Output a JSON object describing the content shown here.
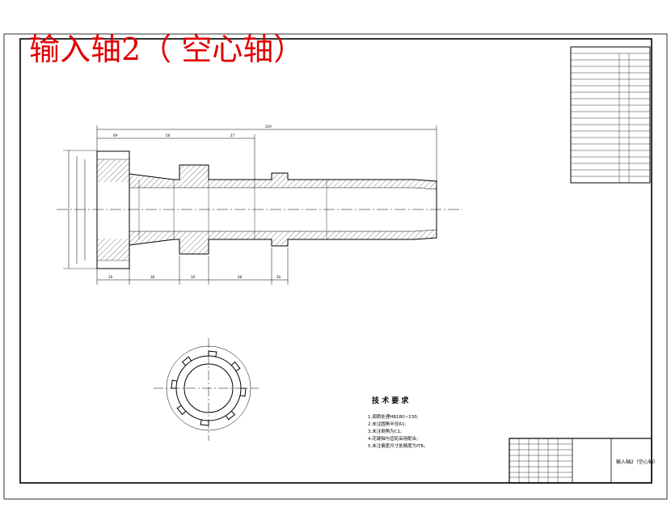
{
  "title": "输入轴2（ 空心轴）",
  "tech_requirements": {
    "heading": "技 术 要 求",
    "items": [
      "1.调质处理HB180~230;",
      "2.未注圆角半径R1;",
      "3.未注倒角为C1;",
      "4.花键轴与齿轮采用配合;",
      "5.未注偏差尺寸处精度为IT8。"
    ]
  },
  "title_block": {
    "part_name": "输入轴2（空心轴）"
  },
  "dimensions": {
    "overall_length": "319",
    "top": [
      "69",
      "58",
      "27"
    ],
    "bottom": [
      "19",
      "38",
      "19",
      "48",
      "30"
    ]
  }
}
